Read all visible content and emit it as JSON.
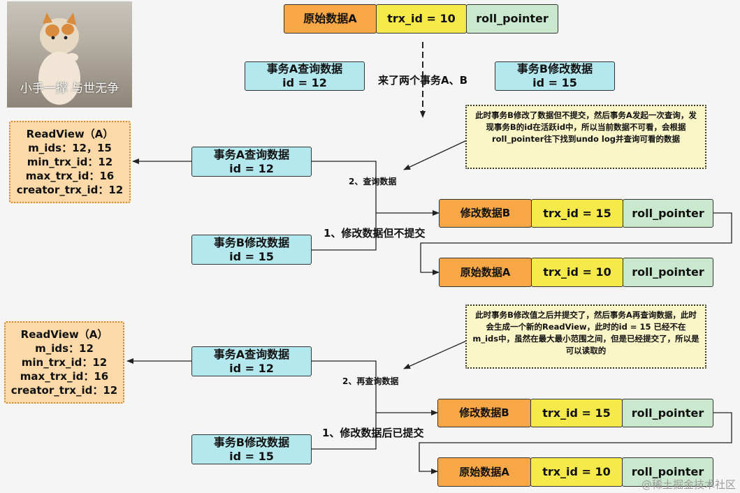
{
  "meme": {
    "caption": "小手一撑 与世无争"
  },
  "top": {
    "record": {
      "data": "原始数据A",
      "trx": "trx_id = 10",
      "roll": "roll_pointer"
    },
    "txA": {
      "line1": "事务A查询数据",
      "line2": "id = 12"
    },
    "txB": {
      "line1": "事务B修改数据",
      "line2": "id = 15"
    },
    "arrival": "来了两个事务A、B"
  },
  "section1": {
    "readview": {
      "title": "ReadView（A）",
      "l1": "m_ids：12，15",
      "l2": "min_trx_id：12",
      "l3": "max_trx_id：16",
      "l4": "creator_trx_id：12"
    },
    "txA": {
      "line1": "事务A查询数据",
      "line2": "id = 12"
    },
    "txB": {
      "line1": "事务B修改数据",
      "line2": "id = 15"
    },
    "note": "此时事务B修改了数据但不提交，然后事务A发起一次查询，发现事务B的id在活跃id中，所以当前数据不可看，会根据roll_pointer往下找到undo log并查询可看的数据",
    "step_query": "2、查询数据",
    "step_modify": "1、修改数据但不提交",
    "newrec": {
      "data": "修改数据B",
      "trx": "trx_id = 15",
      "roll": "roll_pointer"
    },
    "oldrec": {
      "data": "原始数据A",
      "trx": "trx_id = 10",
      "roll": "roll_pointer"
    }
  },
  "section2": {
    "readview": {
      "title": "ReadView（A）",
      "l1": "m_ids：12",
      "l2": "min_trx_id：12",
      "l3": "max_trx_id：16",
      "l4": "creator_trx_id：12"
    },
    "txA": {
      "line1": "事务A查询数据",
      "line2": "id = 12"
    },
    "txB": {
      "line1": "事务B修改数据",
      "line2": "id = 15"
    },
    "note": "此时事务B修改值之后并提交了，然后事务A再查询数据，此时会生成一个新的ReadView，此时的id = 15 已经不在 m_ids中，虽然在最大最小范围之间，但是已经提交了，所以是可以读取的",
    "step_query": "2、再查询数据",
    "step_modify": "1、修改数据后已提交",
    "newrec": {
      "data": "修改数据B",
      "trx": "trx_id = 15",
      "roll": "roll_pointer"
    },
    "oldrec": {
      "data": "原始数据A",
      "trx": "trx_id = 10",
      "roll": "roll_pointer"
    }
  },
  "footer": {
    "watermark": "@稀土掘金技术社区"
  },
  "colors": {
    "orange": "#f7a745",
    "yellow": "#f6ea4a",
    "green": "#c9e8cd",
    "cyan": "#b3e8ee",
    "readview": "#fbd9a8",
    "note": "#fbf6c8"
  }
}
